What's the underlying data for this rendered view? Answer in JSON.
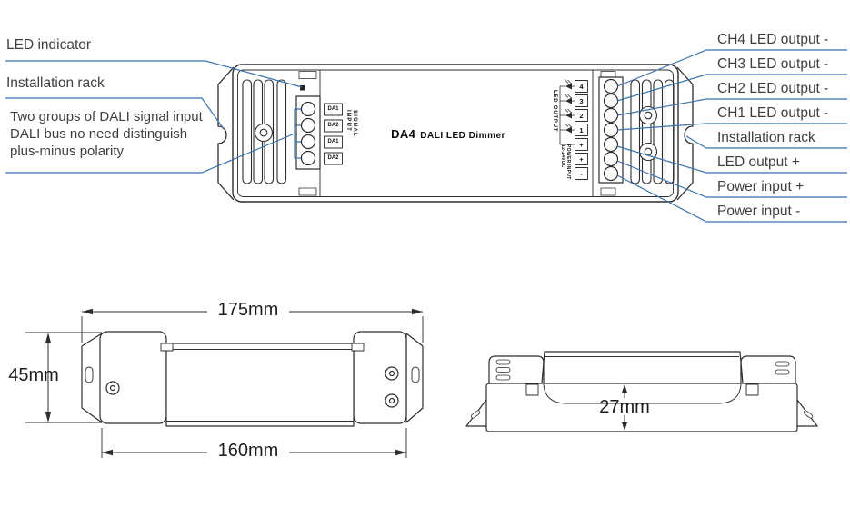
{
  "colors": {
    "callout_line": "#3a72ad",
    "drawing_line": "#2d2d2d",
    "label_text": "#3f3f3f"
  },
  "top_view": {
    "left_callouts": [
      {
        "lines": [
          "LED indicator"
        ]
      },
      {
        "lines": [
          "Installation rack"
        ]
      },
      {
        "lines": [
          "Two groups of DALI signal input",
          "DALI bus no need distinguish",
          "plus-minus polarity"
        ]
      }
    ],
    "right_callouts": [
      {
        "label": "CH4 LED output -"
      },
      {
        "label": "CH3 LED output -"
      },
      {
        "label": "CH2 LED output -"
      },
      {
        "label": "CH1 LED output -"
      },
      {
        "label": "Installation rack"
      },
      {
        "label": "LED output +"
      },
      {
        "label": "Power input +"
      },
      {
        "label": "Power input -"
      }
    ],
    "device": {
      "model": "DA4",
      "product_name": "DALI LED Dimmer",
      "dali_terminals": [
        "DA1",
        "DA2",
        "DA1",
        "DA2"
      ],
      "dali_group_label_line1": "SIGNAL",
      "dali_group_label_line2": "INPUT",
      "led_output_label": "LED OUTPUT",
      "power_input_label_line1": "POWER INPUT",
      "power_input_label_line2": "12-24VDC",
      "output_terminal_labels": [
        "4",
        "3",
        "2",
        "1",
        "+",
        "+",
        "-"
      ]
    }
  },
  "front_view": {
    "dim_top": "175mm",
    "dim_left": "45mm",
    "dim_bottom": "160mm"
  },
  "side_view": {
    "dim_height": "27mm"
  }
}
